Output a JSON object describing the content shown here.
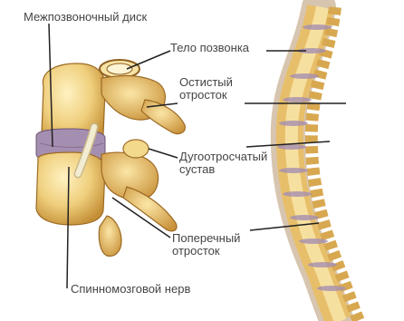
{
  "labels": {
    "disc": "Межпозвоночный диск",
    "body": "Тело позвонка",
    "spinous": "Остистый отросток",
    "facet": "Дугоотросчатый сустав",
    "transverse": "Поперечный отросток",
    "nerve": "Спинномозговой нерв"
  },
  "colors": {
    "bone_light": "#f3d98c",
    "bone_mid": "#e2b75c",
    "bone_dark": "#b9832e",
    "disc": "#a58fb0",
    "nerve": "#f2edd2",
    "leader": "#222222",
    "text": "#444444"
  }
}
